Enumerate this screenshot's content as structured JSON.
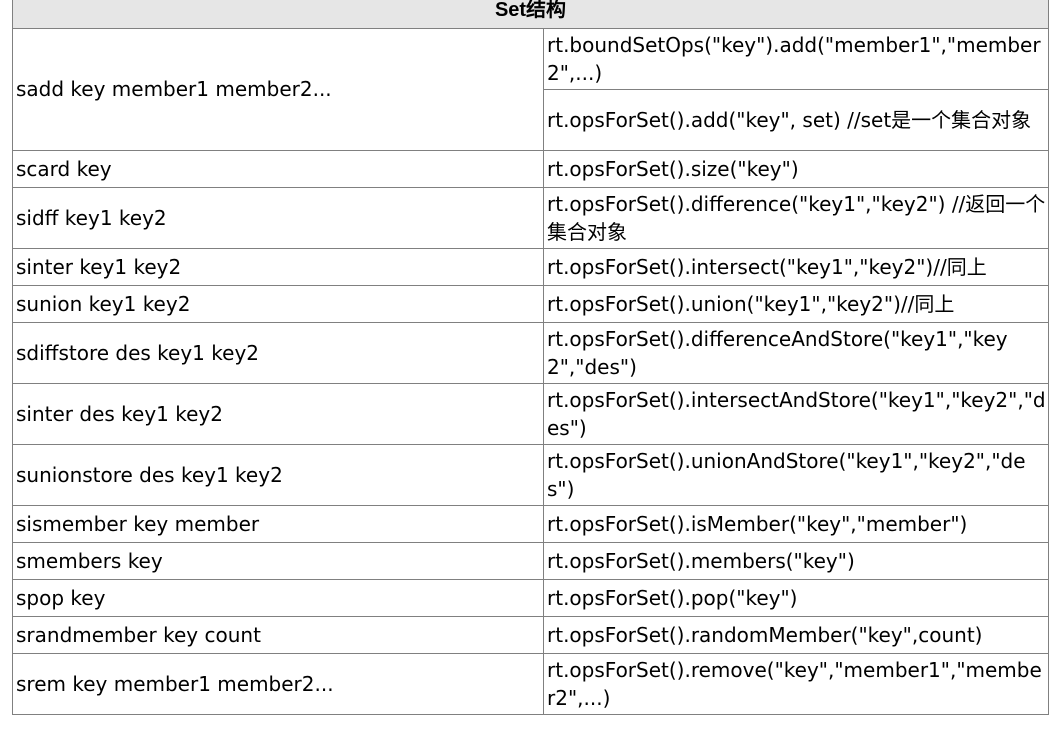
{
  "table": {
    "title": "Set结构",
    "rows": [
      {
        "command": "sadd key member1 member2...",
        "apis": [
          "rt.boundSetOps(\"key\").add(\"member1\",\"member2\",...)",
          "rt.opsForSet().add(\"key\", set) //set是一个集合对象"
        ]
      },
      {
        "command": "scard key",
        "apis": [
          "rt.opsForSet().size(\"key\")"
        ]
      },
      {
        "command": "sidff key1 key2",
        "apis": [
          "rt.opsForSet().difference(\"key1\",\"key2\") //返回一个集合对象"
        ]
      },
      {
        "command": "sinter key1 key2",
        "apis": [
          "rt.opsForSet().intersect(\"key1\",\"key2\")//同上"
        ]
      },
      {
        "command": "sunion key1 key2",
        "apis": [
          "rt.opsForSet().union(\"key1\",\"key2\")//同上"
        ]
      },
      {
        "command": "sdiffstore des key1 key2",
        "apis": [
          "rt.opsForSet().differenceAndStore(\"key1\",\"key2\",\"des\")"
        ]
      },
      {
        "command": "sinter des key1 key2",
        "apis": [
          "rt.opsForSet().intersectAndStore(\"key1\",\"key2\",\"des\")"
        ]
      },
      {
        "command": "sunionstore des key1 key2",
        "apis": [
          "rt.opsForSet().unionAndStore(\"key1\",\"key2\",\"des\")"
        ]
      },
      {
        "command": "sismember key member",
        "apis": [
          "rt.opsForSet().isMember(\"key\",\"member\")"
        ]
      },
      {
        "command": "smembers key",
        "apis": [
          "rt.opsForSet().members(\"key\")"
        ]
      },
      {
        "command": "spop key",
        "apis": [
          "rt.opsForSet().pop(\"key\")"
        ]
      },
      {
        "command": "srandmember key count",
        "apis": [
          "rt.opsForSet().randomMember(\"key\",count)"
        ]
      },
      {
        "command": "srem key member1 member2...",
        "apis": [
          "rt.opsForSet().remove(\"key\",\"member1\",\"member2\",...)"
        ]
      }
    ]
  }
}
